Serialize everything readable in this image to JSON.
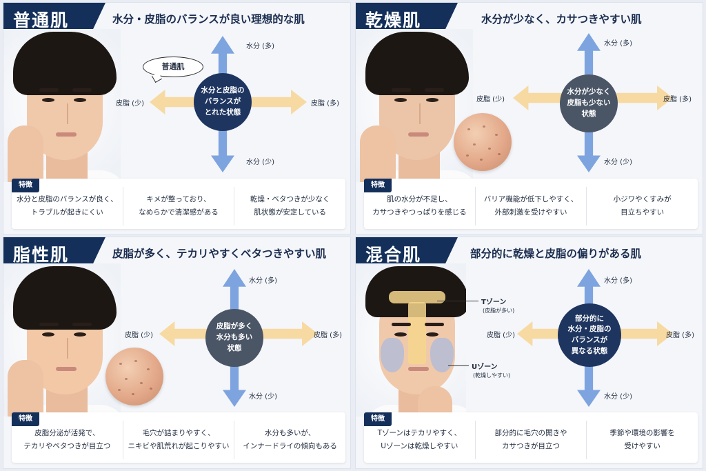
{
  "panels": [
    {
      "title": "普通肌",
      "subtitle": "水分・皮脂のバランスが良い理想的な肌",
      "axis": {
        "top": "水分 (多)",
        "bottom": "水分 (少)",
        "left": "皮脂 (少)",
        "right": "皮脂 (多)"
      },
      "hub_text": "水分と皮脂の\nバランスが\nとれた状態",
      "bubble": "普通肌",
      "features_label": "特徴",
      "features": [
        "水分と皮脂のバランスが良く、\nトラブルが起きにくい",
        "キメが整っており、\nなめらかで清潔感がある",
        "乾燥・ベタつきが少なく\n肌状態が安定している"
      ]
    },
    {
      "title": "乾燥肌",
      "subtitle": "水分が少なく、カサつきやすい肌",
      "axis": {
        "top": "水分 (多)",
        "bottom": "水分 (少)",
        "left": "皮脂 (少)",
        "right": "皮脂 (多)"
      },
      "hub_text": "水分が少なく\n皮脂も少ない\n状態",
      "features_label": "特徴",
      "features": [
        "肌の水分が不足し、\nカサつきやつっぱりを感じる",
        "バリア機能が低下しやすく、\n外部刺激を受けやすい",
        "小ジワやくすみが\n目立ちやすい"
      ]
    },
    {
      "title": "脂性肌",
      "subtitle": "皮脂が多く、テカリやすくベタつきやすい肌",
      "axis": {
        "top": "水分 (多)",
        "bottom": "水分 (少)",
        "left": "皮脂 (少)",
        "right": "皮脂 (多)"
      },
      "hub_text": "皮脂が多く\n水分も多い\n状態",
      "features_label": "特徴",
      "features": [
        "皮脂分泌が活発で、\nテカリやベタつきが目立つ",
        "毛穴が詰まりやすく、\nニキビや肌荒れが起こりやすい",
        "水分も多いが、\nインナードライの傾向もある"
      ]
    },
    {
      "title": "混合肌",
      "subtitle": "部分的に乾燥と皮脂の偏りがある肌",
      "axis": {
        "top": "水分 (多)",
        "bottom": "水分 (少)",
        "left": "皮脂 (少)",
        "right": "皮脂 (多)"
      },
      "hub_text": "部分的に\n水分・皮脂の\nバランスが\n異なる状態",
      "t_zone": {
        "label": "Tゾーン",
        "note": "(皮脂が多い)"
      },
      "u_zone": {
        "label": "Uゾーン",
        "note": "(乾燥しやすい)"
      },
      "features_label": "特徴",
      "features": [
        "Tゾーンはテカリやすく、\nUゾーンは乾燥しやすい",
        "部分的に毛穴の開きや\nカサつきが目立つ",
        "季節や環境の影響を\n受けやすい"
      ]
    }
  ]
}
